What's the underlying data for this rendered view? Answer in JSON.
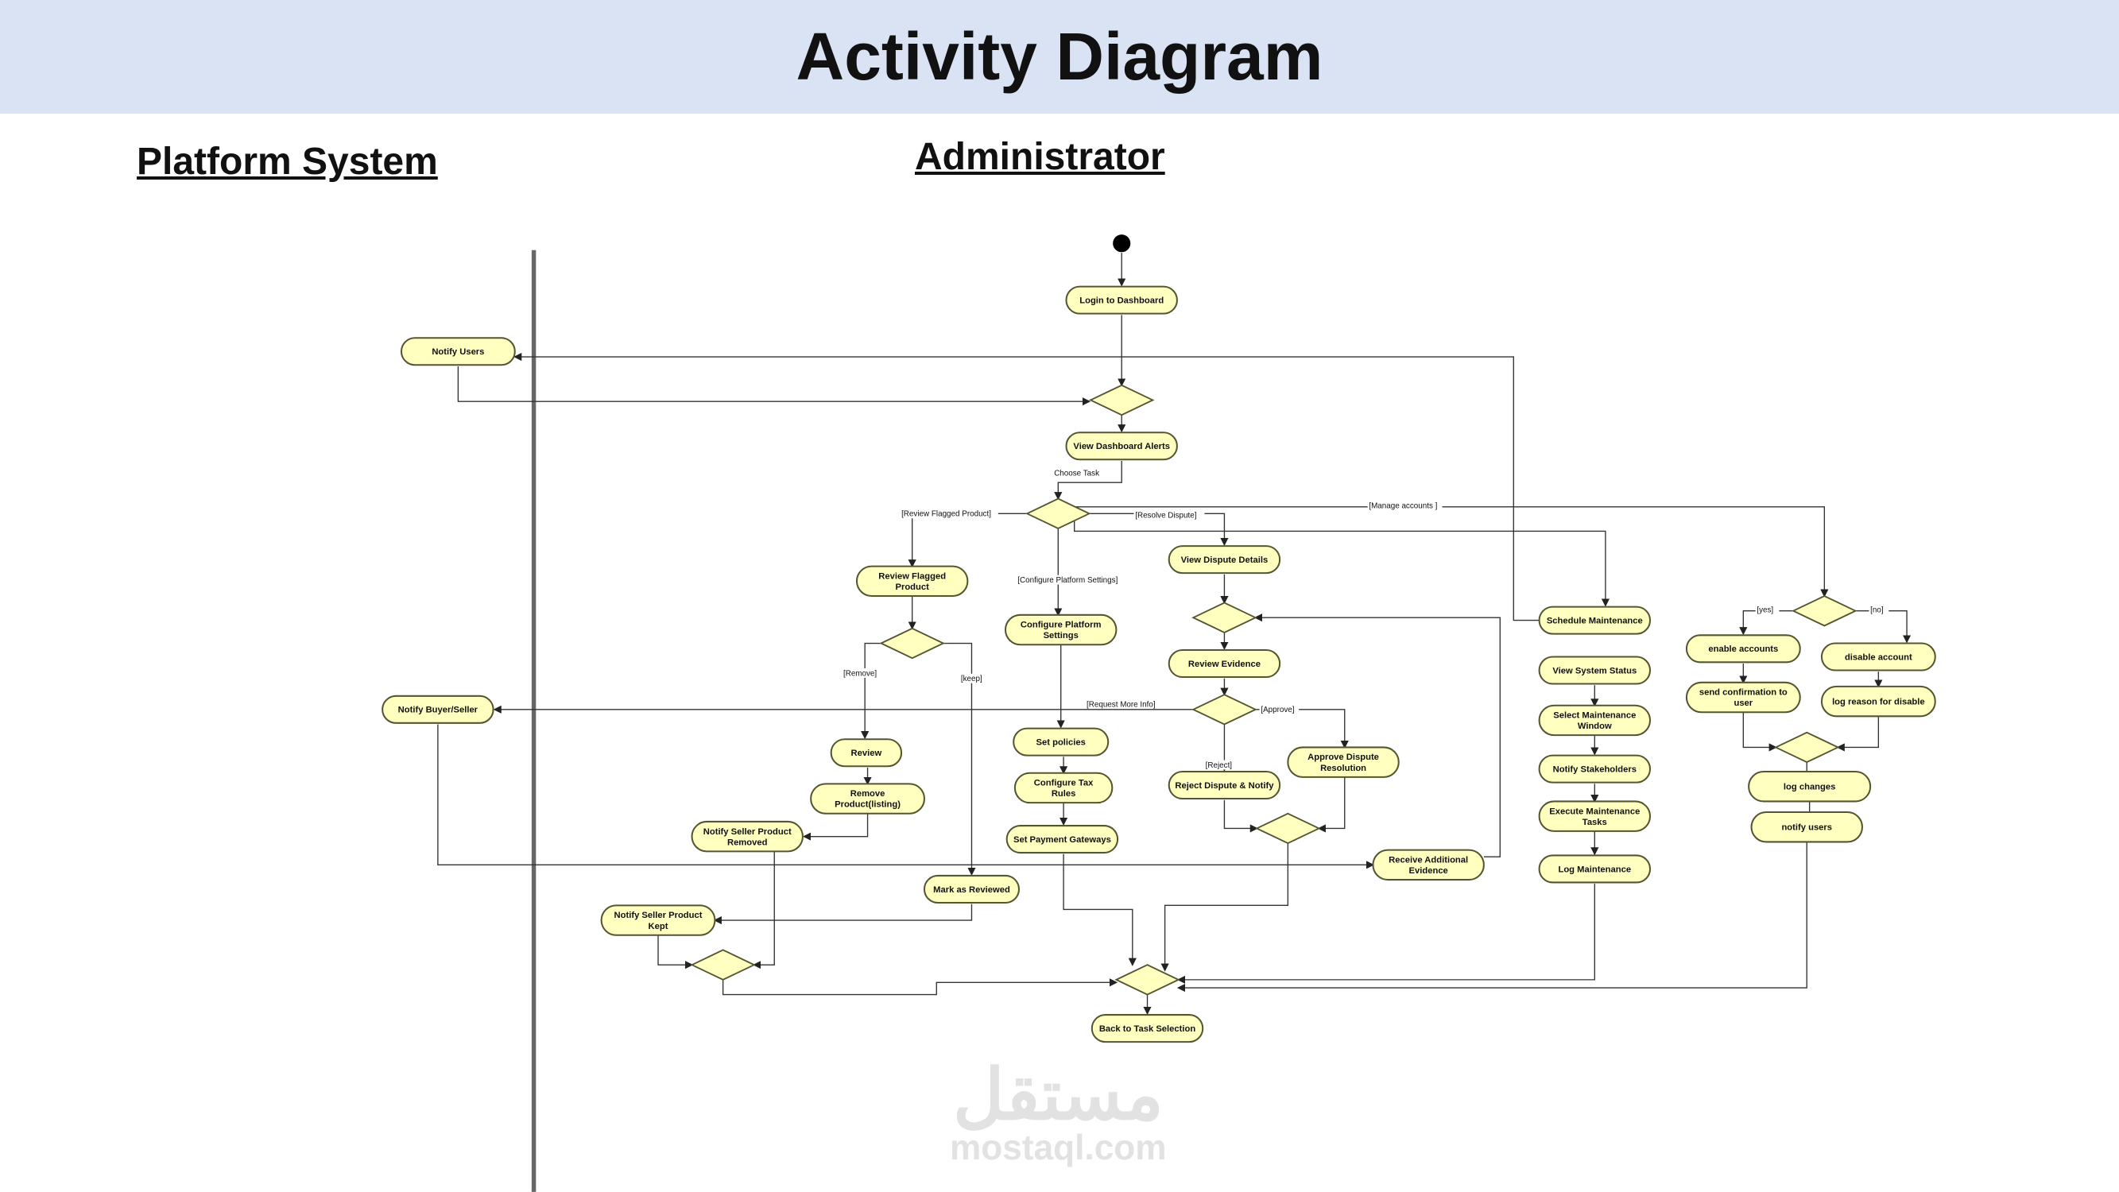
{
  "title": "Activity Diagram",
  "lanes": {
    "left": "Platform System",
    "right": "Administrator"
  },
  "watermark": {
    "arabic": "مستقل",
    "latin": "mostaql.com"
  },
  "nodes": {
    "login": [
      "Login to Dashboard"
    ],
    "notify_users": [
      "Notify Users"
    ],
    "view_alerts": [
      "View Dashboard Alerts"
    ],
    "review_flagged": [
      "Review Flagged",
      "Product"
    ],
    "configure_settings": [
      "Configure Platform",
      "Settings"
    ],
    "view_dispute": [
      "View Dispute Details"
    ],
    "review_evidence": [
      "Review Evidence"
    ],
    "notify_buyer_seller": [
      "Notify Buyer/Seller"
    ],
    "review": [
      "Review"
    ],
    "remove_product": [
      "Remove",
      "Product(listing)"
    ],
    "notify_removed": [
      "Notify Seller Product",
      "Removed"
    ],
    "mark_reviewed": [
      "Mark as Reviewed"
    ],
    "notify_kept": [
      "Notify Seller Product",
      "Kept"
    ],
    "set_policies": [
      "Set policies"
    ],
    "configure_tax": [
      "Configure Tax",
      "Rules"
    ],
    "set_payment": [
      "Set Payment Gateways"
    ],
    "reject_dispute": [
      "Reject Dispute & Notify"
    ],
    "approve_dispute": [
      "Approve Dispute",
      "Resolution"
    ],
    "receive_evidence": [
      "Receive Additional",
      "Evidence"
    ],
    "schedule_maintenance": [
      "Schedule Maintenance"
    ],
    "view_status": [
      "View System Status"
    ],
    "select_window": [
      "Select Maintenance",
      "Window"
    ],
    "notify_stakeholders": [
      "Notify Stakeholders"
    ],
    "execute_tasks": [
      "Execute Maintenance",
      "Tasks"
    ],
    "log_maintenance": [
      "Log Maintenance"
    ],
    "enable_accounts": [
      "enable accounts"
    ],
    "disable_account": [
      "disable account"
    ],
    "send_confirmation": [
      "send confirmation to",
      "user"
    ],
    "log_reason": [
      "log reason for disable"
    ],
    "log_changes": [
      "log changes"
    ],
    "notify_users_acc": [
      "notify users"
    ],
    "back_to_task": [
      "Back to Task Selection"
    ]
  },
  "edge_labels": {
    "choose_task": "Choose Task",
    "review_flagged": "[Review Flagged Product]",
    "configure": "[Configure Platform Settings]",
    "resolve": "[Resolve Dispute]",
    "manage": "[Manage accounts ]",
    "remove": "[Remove]",
    "keep": "[keep]",
    "request_info": "[Request More Info]",
    "approve": "[Approve]",
    "reject": "[Reject]",
    "yes": "[yes]",
    "no": "[no]"
  }
}
